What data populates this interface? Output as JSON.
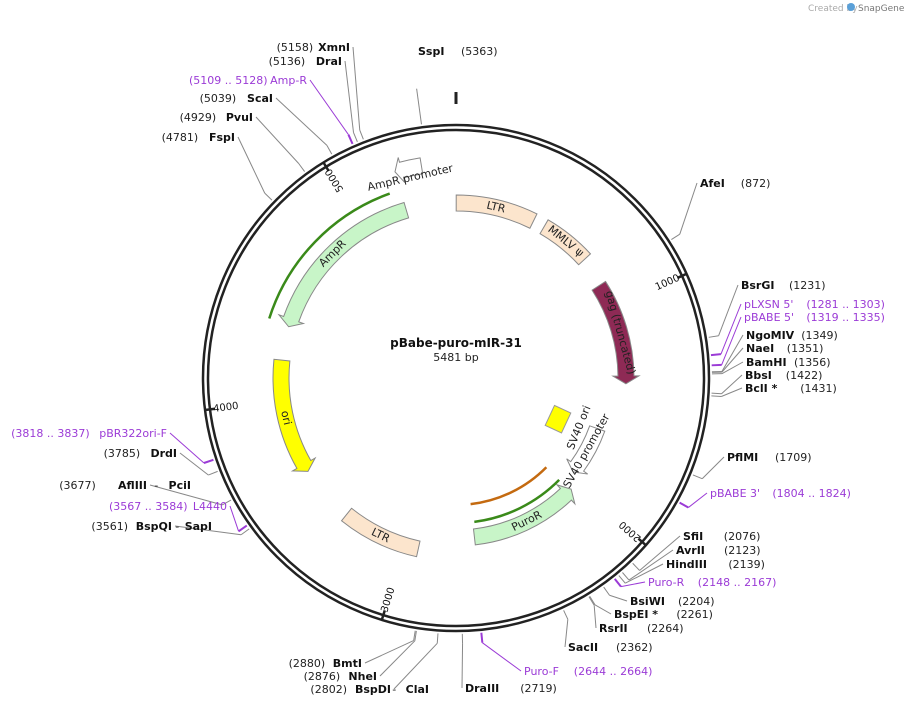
{
  "watermark": {
    "created_by": "Created by",
    "brand": "SnapGene"
  },
  "plasmid": {
    "name": "pBabe-puro-mIR-31",
    "length_label": "5481 bp",
    "length": 5481
  },
  "ticks": [
    {
      "pos": 1000,
      "label": "1000"
    },
    {
      "pos": 2000,
      "label": "2000"
    },
    {
      "pos": 3000,
      "label": "3000"
    },
    {
      "pos": 4000,
      "label": "4000"
    },
    {
      "pos": 5000,
      "label": "5000"
    }
  ],
  "features": [
    {
      "name": "LTR",
      "start": 1,
      "end": 400,
      "dir": 0,
      "color": "#fce5cd"
    },
    {
      "name": "MMLV ψ",
      "start": 460,
      "end": 720,
      "dir": 0,
      "color": "#fce5cd"
    },
    {
      "name": "gag (truncated)",
      "start": 870,
      "end": 1400,
      "dir": 1,
      "color": "#8e2a55"
    },
    {
      "name": "SV40 promoter",
      "start": 1670,
      "end": 1960,
      "dir": 1,
      "color": "#ffffff"
    },
    {
      "name": "SV40 ori",
      "start": 1665,
      "end": 1745,
      "dir": 0,
      "color": "#ffff00"
    },
    {
      "name": "PuroR",
      "start": 2040,
      "end": 2640,
      "dir": -1,
      "color": "#c8f5c8"
    },
    {
      "name": "LTR",
      "start": 2930,
      "end": 3330,
      "dir": 0,
      "color": "#fce5cd"
    },
    {
      "name": "ori",
      "start": 3620,
      "end": 4200,
      "dir": -1,
      "color": "#ffff00"
    },
    {
      "name": "AmpR",
      "start": 4370,
      "end": 5230,
      "dir": -1,
      "color": "#c8f5c8"
    },
    {
      "name": "AmpR promoter",
      "start": 5230,
      "end": 5340,
      "dir": -1,
      "color": "#ffffff"
    }
  ],
  "sites": [
    {
      "name": "SspI",
      "pos": 5363,
      "pos_label": "(5363)",
      "type": "enzyme"
    },
    {
      "name": "XmnI",
      "pos": 5158,
      "pos_label": "(5158)",
      "type": "enzyme"
    },
    {
      "name": "DraI",
      "pos": 5136,
      "pos_label": "(5136)",
      "type": "enzyme"
    },
    {
      "name": "Amp-R",
      "pos": 5118,
      "pos_label": "(5109 .. 5128)",
      "type": "primer"
    },
    {
      "name": "ScaI",
      "pos": 5039,
      "pos_label": "(5039)",
      "type": "enzyme"
    },
    {
      "name": "PvuI",
      "pos": 4929,
      "pos_label": "(4929)",
      "type": "enzyme"
    },
    {
      "name": "FspI",
      "pos": 4781,
      "pos_label": "(4781)",
      "type": "enzyme"
    },
    {
      "name": "AfeI",
      "pos": 872,
      "pos_label": "(872)",
      "type": "enzyme"
    },
    {
      "name": "BsrGI",
      "pos": 1231,
      "pos_label": "(1231)",
      "type": "enzyme"
    },
    {
      "name": "pLXSN 5'",
      "pos": 1292,
      "pos_label": "(1281 .. 1303)",
      "type": "primer"
    },
    {
      "name": "pBABE 5'",
      "pos": 1327,
      "pos_label": "(1319 .. 1335)",
      "type": "primer"
    },
    {
      "name": "NgoMIV",
      "pos": 1349,
      "pos_label": "(1349)",
      "type": "enzyme"
    },
    {
      "name": "NaeI",
      "pos": 1351,
      "pos_label": "(1351)",
      "type": "enzyme"
    },
    {
      "name": "BamHI",
      "pos": 1356,
      "pos_label": "(1356)",
      "type": "enzyme"
    },
    {
      "name": "BbsI",
      "pos": 1422,
      "pos_label": "(1422)",
      "type": "enzyme"
    },
    {
      "name": "BclI *",
      "pos": 1431,
      "pos_label": "(1431)",
      "type": "enzyme"
    },
    {
      "name": "PflMI",
      "pos": 1709,
      "pos_label": "(1709)",
      "type": "enzyme"
    },
    {
      "name": "pBABE 3'",
      "pos": 1814,
      "pos_label": "(1804 .. 1824)",
      "type": "primer"
    },
    {
      "name": "SfiI",
      "pos": 2076,
      "pos_label": "(2076)",
      "type": "enzyme"
    },
    {
      "name": "AvrII",
      "pos": 2123,
      "pos_label": "(2123)",
      "type": "enzyme"
    },
    {
      "name": "HindIII",
      "pos": 2139,
      "pos_label": "(2139)",
      "type": "enzyme"
    },
    {
      "name": "Puro-R",
      "pos": 2157,
      "pos_label": "(2148 .. 2167)",
      "type": "primer"
    },
    {
      "name": "BsiWI",
      "pos": 2204,
      "pos_label": "(2204)",
      "type": "enzyme"
    },
    {
      "name": "BspEI *",
      "pos": 2261,
      "pos_label": "(2261)",
      "type": "enzyme"
    },
    {
      "name": "RsrII",
      "pos": 2264,
      "pos_label": "(2264)",
      "type": "enzyme"
    },
    {
      "name": "SacII",
      "pos": 2362,
      "pos_label": "(2362)",
      "type": "enzyme"
    },
    {
      "name": "Puro-F",
      "pos": 2654,
      "pos_label": "(2644 .. 2664)",
      "type": "primer"
    },
    {
      "name": "DraIII",
      "pos": 2719,
      "pos_label": "(2719)",
      "type": "enzyme"
    },
    {
      "name": "ClaI",
      "pos": 2802,
      "pos_label": "",
      "type": "enzyme"
    },
    {
      "name": "BspDI",
      "pos": 2802,
      "pos_label": "(2802)",
      "type": "enzyme"
    },
    {
      "name": "NheI",
      "pos": 2876,
      "pos_label": "(2876)",
      "type": "enzyme"
    },
    {
      "name": "BmtI",
      "pos": 2880,
      "pos_label": "(2880)",
      "type": "enzyme"
    },
    {
      "name": "SapI",
      "pos": 3561,
      "pos_label": "",
      "type": "enzyme"
    },
    {
      "name": "BspQI",
      "pos": 3561,
      "pos_label": "(3561)",
      "type": "enzyme"
    },
    {
      "name": "L4440",
      "pos": 3575,
      "pos_label": "(3567 .. 3584)",
      "type": "primer"
    },
    {
      "name": "PciI",
      "pos": 3677,
      "pos_label": "",
      "type": "enzyme"
    },
    {
      "name": "AflIII",
      "pos": 3677,
      "pos_label": "(3677)",
      "type": "enzyme"
    },
    {
      "name": "DrdI",
      "pos": 3785,
      "pos_label": "(3785)",
      "type": "enzyme"
    },
    {
      "name": "pBR322ori-F",
      "pos": 3827,
      "pos_label": "(3818 .. 3837)",
      "type": "primer"
    }
  ],
  "colors": {
    "backbone": "#222222",
    "primer": "#9b3bd6",
    "site_line": "#888888",
    "green_arrow": "#3a8a1a",
    "orange_arrow": "#c46a10"
  }
}
